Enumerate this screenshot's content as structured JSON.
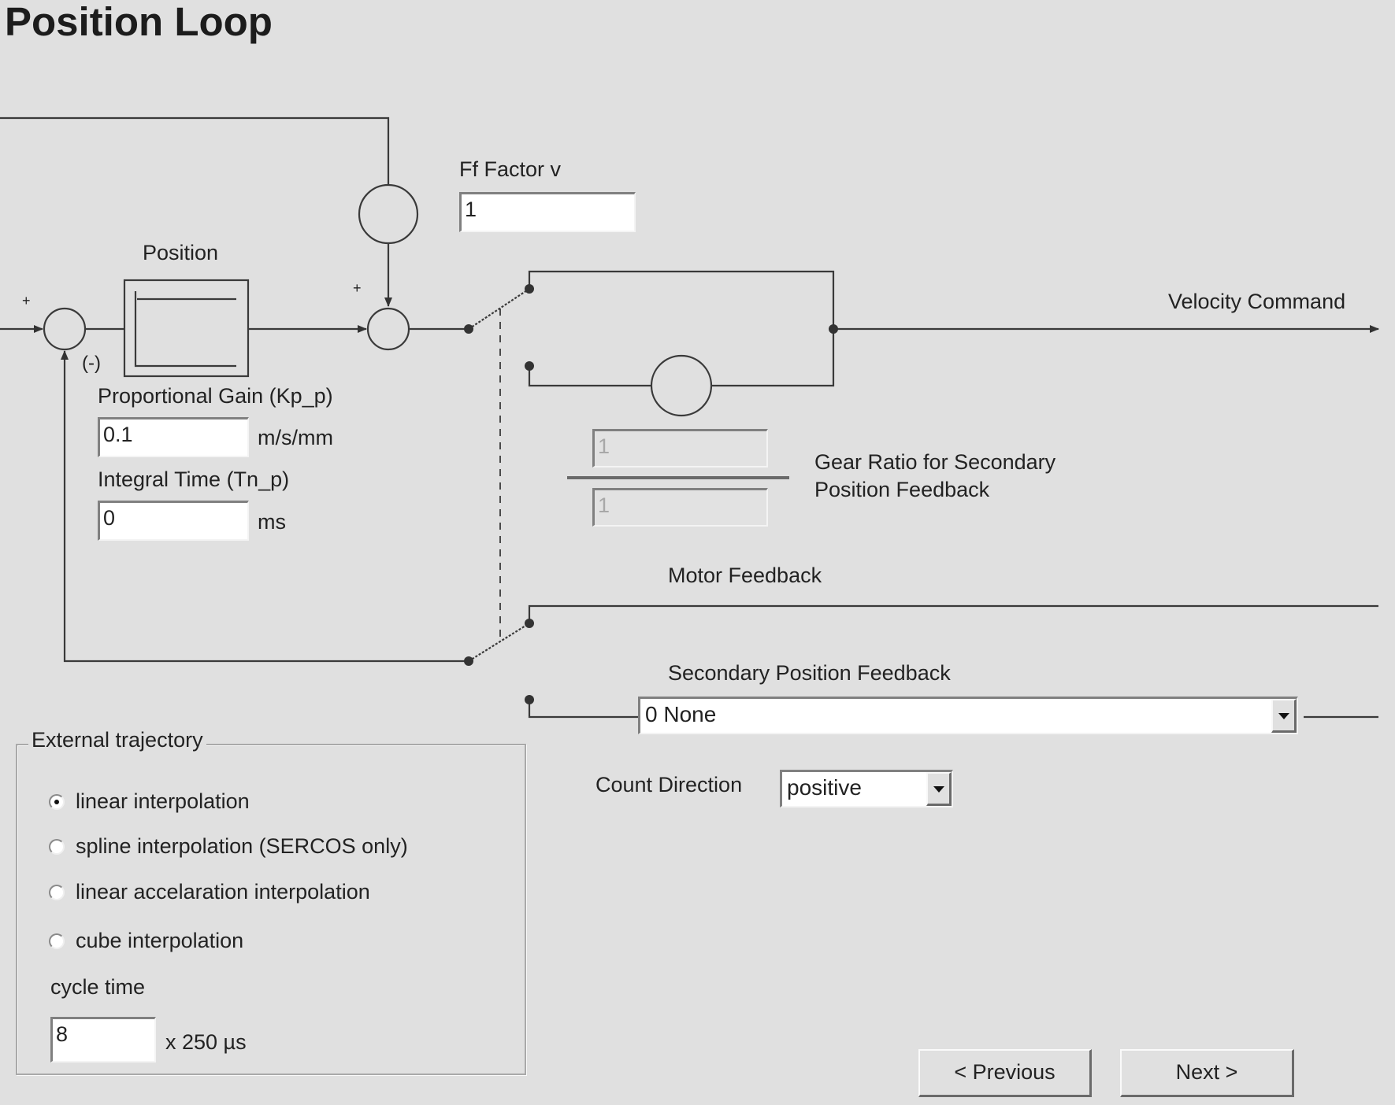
{
  "page": {
    "title": "Position Loop"
  },
  "diagram": {
    "ff_factor": {
      "label": "Ff Factor v",
      "value": "1"
    },
    "position_block": {
      "label": "Position"
    },
    "sum1": {
      "plus": "+",
      "minus": "(-)"
    },
    "sum2": {
      "plus": "+"
    },
    "proportional_gain": {
      "label": "Proportional Gain (Kp_p)",
      "value": "0.1",
      "unit": "m/s/mm"
    },
    "integral_time": {
      "label": "Integral Time (Tn_p)",
      "value": "0",
      "unit": "ms"
    },
    "gear_ratio": {
      "label_line1": "Gear Ratio for Secondary",
      "label_line2": "Position Feedback",
      "numerator": "1",
      "denominator": "1"
    },
    "velocity_command": {
      "label": "Velocity Command"
    },
    "motor_feedback": {
      "label": "Motor Feedback"
    },
    "secondary_feedback": {
      "label": "Secondary Position Feedback",
      "selected": "0 None"
    },
    "count_direction": {
      "label": "Count Direction",
      "selected": "positive"
    }
  },
  "external_trajectory": {
    "legend": "External trajectory",
    "options": [
      {
        "label": "linear interpolation",
        "checked": true
      },
      {
        "label": "spline interpolation (SERCOS only)",
        "checked": false
      },
      {
        "label": "linear accelaration interpolation",
        "checked": false
      },
      {
        "label": "cube interpolation",
        "checked": false
      }
    ],
    "cycle_time": {
      "label": "cycle time",
      "value": "8",
      "unit": "x 250 µs"
    }
  },
  "nav": {
    "previous_label": "< Previous",
    "next_label": "Next >"
  }
}
